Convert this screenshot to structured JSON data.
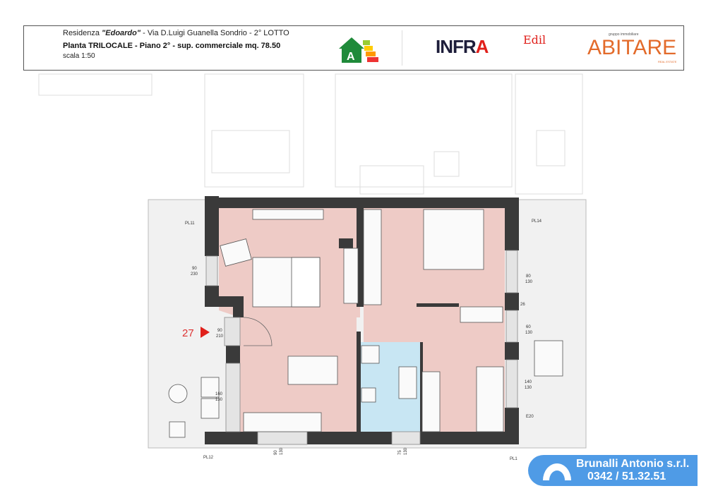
{
  "header": {
    "line1_prefix": "Residenza ",
    "line1_name": "\"Edoardo\"",
    "line1_suffix": " - Via D.Luigi Guanella Sondrio - 2° LOTTO",
    "line2": "Planta TRILOCALE - Piano  2° - sup. commerciale mq. 78.50",
    "line3": "scala 1:50"
  },
  "logos": {
    "energy_class": "A",
    "infra_a": "INFR",
    "infra_b": "A",
    "infra_edil": "Edil",
    "abitare": "ABITARE",
    "abitare_tag": "gruppo immobiliare",
    "abitare_sub": "REAL ESTATE"
  },
  "plan": {
    "apartment_number": "27",
    "pillars": [
      "PL11",
      "PL14",
      "PL12",
      "PL1"
    ],
    "openings": [
      {
        "w": "90",
        "h": "230"
      },
      {
        "w": "90",
        "h": "210"
      },
      {
        "w": "160",
        "h": "130"
      },
      {
        "w": "80",
        "h": "130"
      },
      {
        "w": "60",
        "h": "130"
      },
      {
        "w": "140",
        "h": "130"
      },
      {
        "w": "90",
        "h": "130"
      },
      {
        "w": "75",
        "h": "130"
      }
    ],
    "tags": [
      "E20",
      "26"
    ]
  },
  "contact": {
    "company": "Brunalli Antonio s.r.l.",
    "phone": "0342 / 51.32.51"
  },
  "colors": {
    "living": "#eecbc6",
    "bath": "#c8e6f3",
    "wall": "#3a3a3a",
    "accent": "#e0201b",
    "brunalli": "#4f9be6"
  }
}
